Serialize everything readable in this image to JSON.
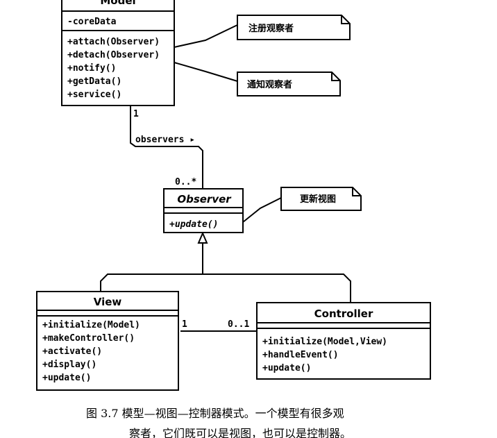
{
  "model": {
    "title": "Model",
    "attributes": [
      "-coreData"
    ],
    "operations": [
      "+attach(Observer)",
      "+detach(Observer)",
      "+notify()",
      "+getData()",
      "+service()"
    ]
  },
  "observer": {
    "title": "Observer",
    "operations": [
      "+update()"
    ]
  },
  "view": {
    "title": "View",
    "operations": [
      "+initialize(Model)",
      "+makeController()",
      "+activate()",
      "+display()",
      "+update()"
    ]
  },
  "controller": {
    "title": "Controller",
    "operations": [
      "+initialize(Model,View)",
      "+handleEvent()",
      "+update()"
    ]
  },
  "notes": {
    "register": "注册观察者",
    "notify": "通知观察者",
    "update": "更新视图"
  },
  "labels": {
    "model_mult": "1",
    "observers_role": "observers ▸",
    "observer_mult": "0..*",
    "view_mult": "1",
    "controller_mult": "0..1"
  },
  "caption": {
    "line1": "图 3.7   模型—视图—控制器模式。一个模型有很多观",
    "line2": "察者，它们既可以是视图，也可以是控制器。"
  }
}
